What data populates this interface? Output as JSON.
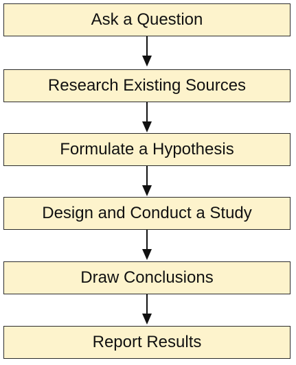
{
  "flowchart": {
    "box_fill": "#fdf3cc",
    "box_border": "#2b2b2b",
    "arrow_color": "#111111",
    "steps": [
      {
        "label": "Ask a Question"
      },
      {
        "label": "Research Existing Sources"
      },
      {
        "label": "Formulate a Hypothesis"
      },
      {
        "label": "Design and Conduct a Study"
      },
      {
        "label": "Draw Conclusions"
      },
      {
        "label": "Report Results"
      }
    ]
  }
}
